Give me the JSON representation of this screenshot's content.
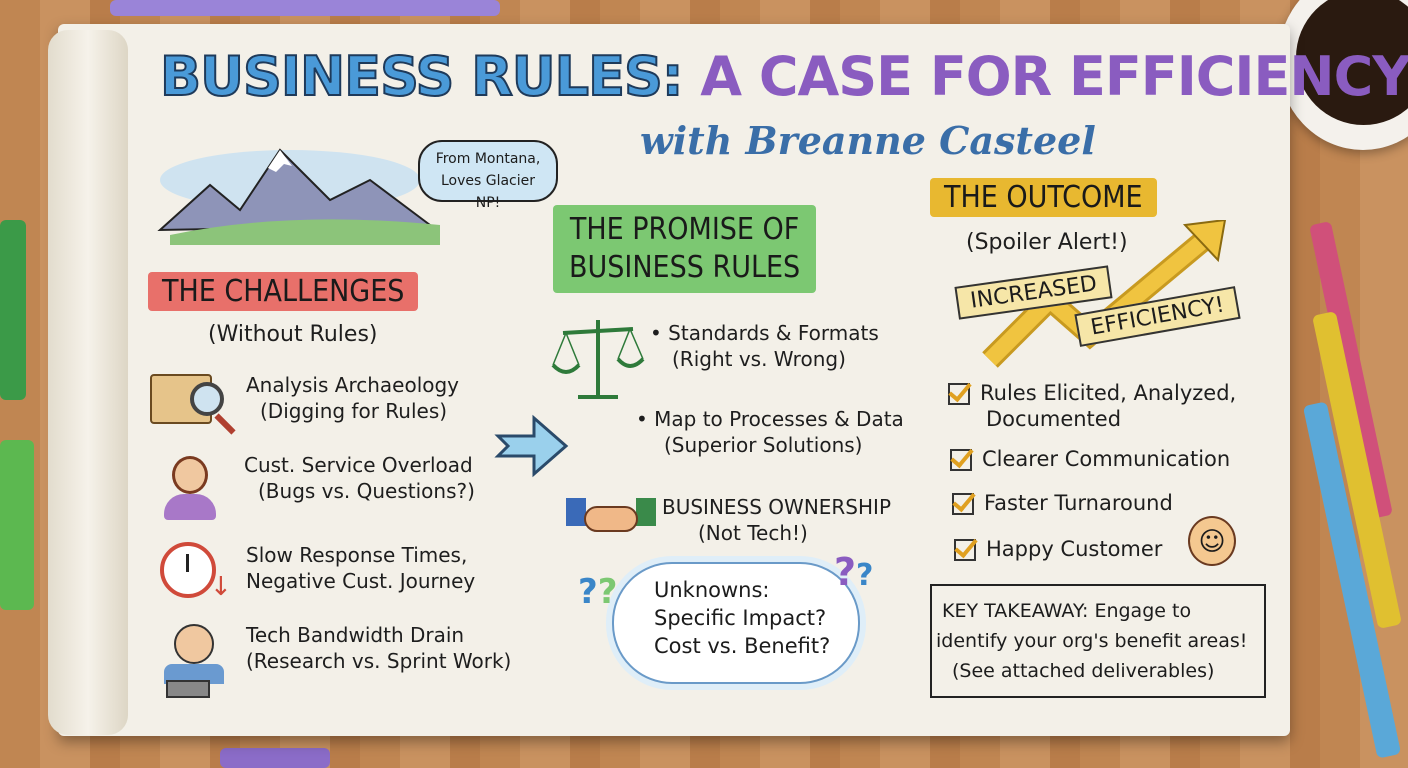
{
  "title": {
    "part1": "BUSINESS RULES:",
    "part2": "A CASE FOR EFFICIENCY",
    "subtitle": "with Breanne Casteel"
  },
  "bubble": {
    "line1": "From Montana,",
    "line2": "Loves Glacier NP!"
  },
  "challenges": {
    "heading": "THE CHALLENGES",
    "sub": "(Without Rules)",
    "items": [
      {
        "line1": "Analysis Archaeology",
        "line2": "(Digging for Rules)"
      },
      {
        "line1": "Cust. Service Overload",
        "line2": "(Bugs vs. Questions?)"
      },
      {
        "line1": "Slow Response Times,",
        "line2": "Negative Cust. Journey"
      },
      {
        "line1": "Tech Bandwidth Drain",
        "line2": "(Research vs. Sprint Work)"
      }
    ]
  },
  "promise": {
    "heading1": "THE PROMISE OF",
    "heading2": "BUSINESS RULES",
    "items": [
      {
        "line1": "• Standards & Formats",
        "line2": "(Right vs. Wrong)"
      },
      {
        "line1": "• Map to Processes & Data",
        "line2": "(Superior Solutions)"
      },
      {
        "line1": "BUSINESS OWNERSHIP",
        "line2": "(Not Tech!)"
      }
    ],
    "cloud": {
      "line1": "Unknowns:",
      "line2": "Specific Impact?",
      "line3": "Cost vs. Benefit?"
    }
  },
  "outcome": {
    "heading": "THE OUTCOME",
    "sub": "(Spoiler Alert!)",
    "banner1": "INCREASED",
    "banner2": "EFFICIENCY!",
    "checks": [
      "Rules Elicited, Analyzed,\nDocumented",
      "Clearer Communication",
      "Faster Turnaround",
      "Happy Customer"
    ],
    "check0_line1": "Rules Elicited, Analyzed,",
    "check0_line2": "Documented"
  },
  "takeaway": {
    "line1": "KEY TAKEAWAY: Engage to",
    "line2": "identify your org's benefit areas!",
    "line3": "(See attached deliverables)"
  },
  "colors": {
    "blue": "#3a86c8",
    "purple": "#8a5cc0",
    "red": "#e8706a",
    "green": "#7cc872",
    "yellow": "#e8b830"
  }
}
